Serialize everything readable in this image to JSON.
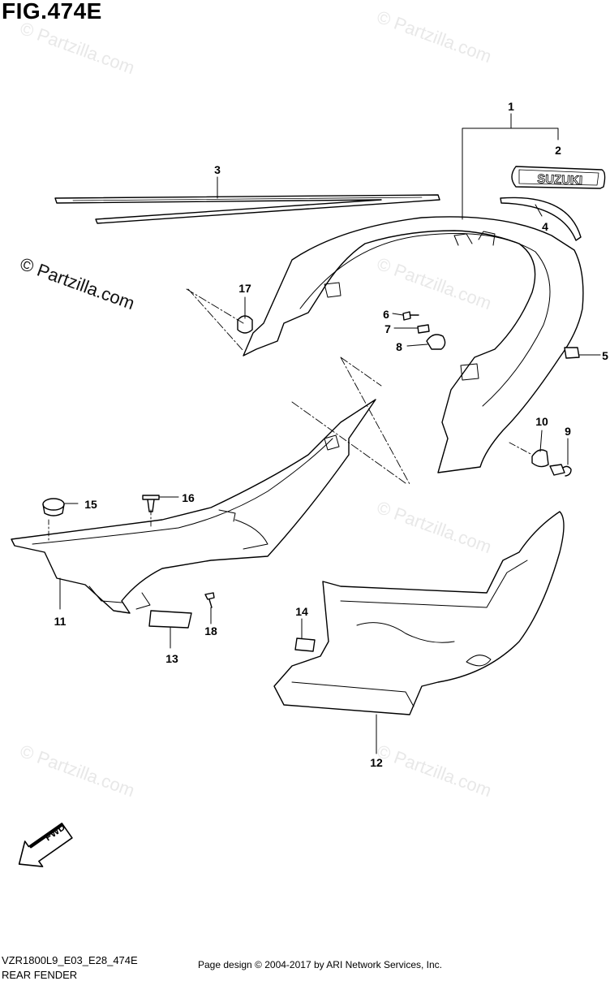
{
  "figure_title": "FIG.474E",
  "model_code": "VZR1800L9_E03_E28_474E",
  "section_name": "REAR FENDER",
  "copyright": "Page design © 2004-2017 by ARI Network Services, Inc.",
  "watermark_text": "© Partzilla.com",
  "decal_text": "SUZUKI",
  "fwd_label": "FWD",
  "callouts": {
    "c1": "1",
    "c2": "2",
    "c3": "3",
    "c4": "4",
    "c5": "5",
    "c6": "6",
    "c7": "7",
    "c8": "8",
    "c9": "9",
    "c10": "10",
    "c11": "11",
    "c12": "12",
    "c13": "13",
    "c14": "14",
    "c15": "15",
    "c16": "16",
    "c17": "17",
    "c18": "18"
  }
}
